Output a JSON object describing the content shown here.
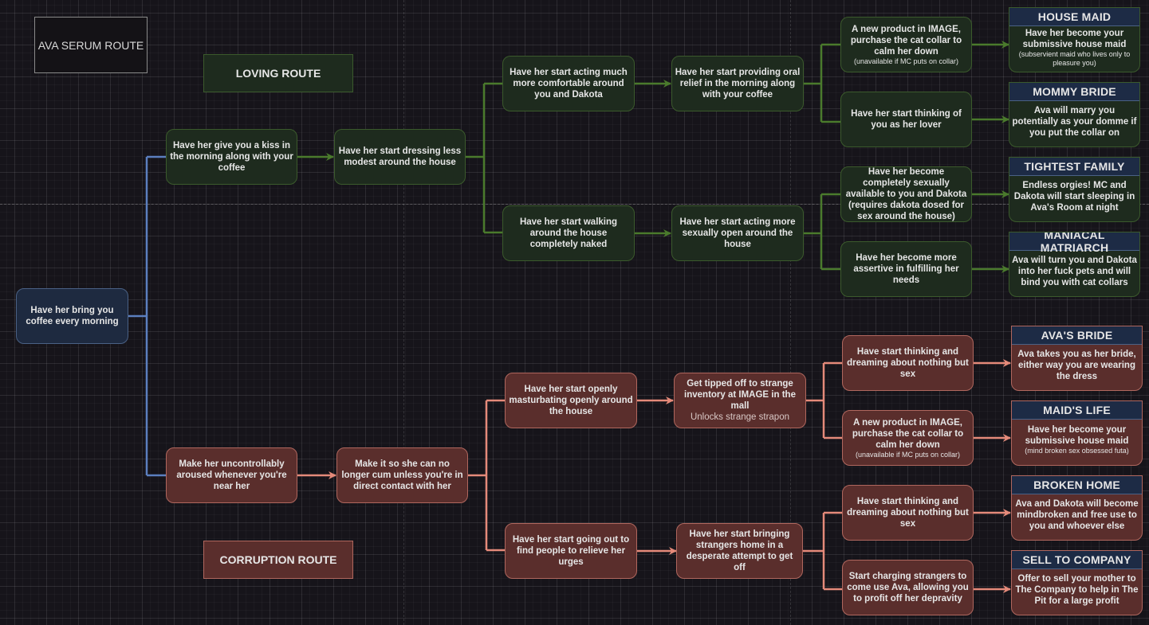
{
  "title": "AVA SERUM ROUTE",
  "route_labels": {
    "loving": "LOVING ROUTE",
    "corruption": "CORRUPTION ROUTE"
  },
  "colors": {
    "loving_fill": "#1e2b1e",
    "loving_stroke": "#4a7a2c",
    "corruption_fill": "#5a2e2c",
    "corruption_stroke": "#e58a7a",
    "root_fill": "#1e2a40",
    "root_stroke": "#5b7fbf",
    "ending_header": "#1d2b45"
  },
  "root": {
    "text": "Have her bring you coffee every morning"
  },
  "loving": {
    "step1": "Have her give you a kiss in the morning along with your coffee",
    "step2": "Have her start dressing less modest around the house",
    "branch_a": {
      "step": "Have her start acting much more comfortable around you and Dakota",
      "next": "Have her start providing oral relief in the morning along with your coffee",
      "options": [
        {
          "text": "A new product in IMAGE, purchase the cat collar to calm her down",
          "note": "(unavailable if MC puts on collar)"
        },
        {
          "text": "Have her start thinking of you as her lover",
          "note": ""
        }
      ]
    },
    "branch_b": {
      "step": "Have her start walking around the house completely naked",
      "next": "Have her start acting more sexually open around the house",
      "options": [
        {
          "text": "Have her become completely sexually available to you and Dakota",
          "note": "(requires dakota dosed for sex around the house)"
        },
        {
          "text": "Have her become more assertive in fulfilling her needs",
          "note": ""
        }
      ]
    },
    "endings": [
      {
        "title": "HOUSE MAID",
        "text": "Have her become your submissive house maid",
        "note": "(subservient maid who lives only to pleasure you)"
      },
      {
        "title": "MOMMY BRIDE",
        "text": "Ava will marry you potentially as your domme if you put the collar on",
        "note": ""
      },
      {
        "title": "TIGHTEST FAMILY",
        "text": "Endless orgies! MC and Dakota will start sleeping in Ava's Room at night",
        "note": ""
      },
      {
        "title": "MANIACAL MATRIARCH",
        "text": "Ava will turn you and Dakota into her fuck pets and will bind you with cat collars",
        "note": ""
      }
    ]
  },
  "corruption": {
    "step1": "Make her uncontrollably aroused whenever you're near her",
    "step2": "Make it so she can no longer cum unless you're in direct contact with her",
    "branch_a": {
      "step": "Have her start openly masturbating openly around the house",
      "next": "Get tipped off to strange inventory at IMAGE in the mall",
      "next_note": "Unlocks strange strapon",
      "options": [
        {
          "text": "Have start thinking and dreaming about nothing but sex",
          "note": ""
        },
        {
          "text": "A new product in IMAGE, purchase the cat collar to calm her down",
          "note": "(unavailable if MC puts on collar)"
        }
      ]
    },
    "branch_b": {
      "step": "Have her start going out to find people to relieve her urges",
      "next": "Have her start bringing strangers home in a desperate attempt to get off",
      "options": [
        {
          "text": "Have start thinking and dreaming about nothing but sex",
          "note": ""
        },
        {
          "text": "Start charging strangers to come use Ava, allowing you to profit off her depravity",
          "note": ""
        }
      ]
    },
    "endings": [
      {
        "title": "AVA'S BRIDE",
        "text": "Ava takes you as her bride, either way you are wearing the dress",
        "note": ""
      },
      {
        "title": "MAID'S LIFE",
        "text": "Have her become your submissive house maid",
        "note": "(mind broken sex obsessed futa)"
      },
      {
        "title": "BROKEN HOME",
        "text": "Ava and Dakota will become mindbroken and free use to you and whoever else",
        "note": ""
      },
      {
        "title": "SELL TO COMPANY",
        "text": "Offer to sell your mother to The Company to help in The Pit for a large profit",
        "note": ""
      }
    ]
  }
}
